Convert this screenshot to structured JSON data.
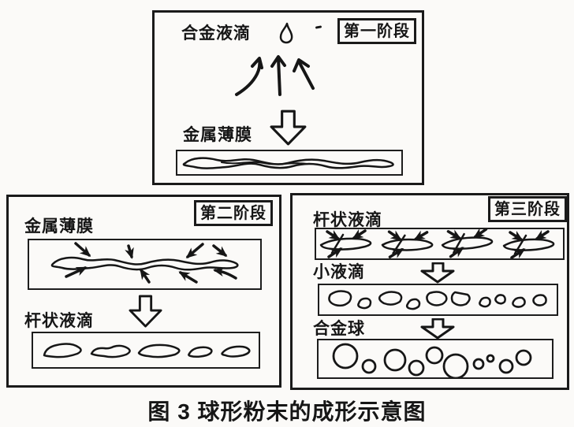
{
  "figure": {
    "caption": "图 3  球形粉末的成形示意图",
    "background": "#fbfaf8",
    "ink_color": "#161616"
  },
  "stages": {
    "stage1": {
      "badge": "第一阶段",
      "labels": {
        "droplet": "合金液滴",
        "film": "金属薄膜"
      }
    },
    "stage2": {
      "badge": "第二阶段",
      "labels": {
        "film": "金属薄膜",
        "rod": "杆状液滴"
      }
    },
    "stage3": {
      "badge": "第三阶段",
      "labels": {
        "rod": "杆状液滴",
        "small": "小液滴",
        "sphere": "合金球"
      }
    }
  },
  "icons": {
    "droplet_icon": "teardrop-outline",
    "up_arrows_icon": "three-hand-drawn-up-arrows",
    "down_block_arrow_icon": "hollow-block-down-arrow",
    "film_shape": "wavy-metal-film-outline",
    "impact_arrows_icon": "inward-impact-arrows",
    "rod_droplets_shape": "elongated-rod-droplets",
    "breaking_rods_shape": "rod-droplets-with-breakup-arrows",
    "small_droplets_shape": "irregular-small-droplets",
    "alloy_spheres_shape": "round-alloy-spheres"
  }
}
